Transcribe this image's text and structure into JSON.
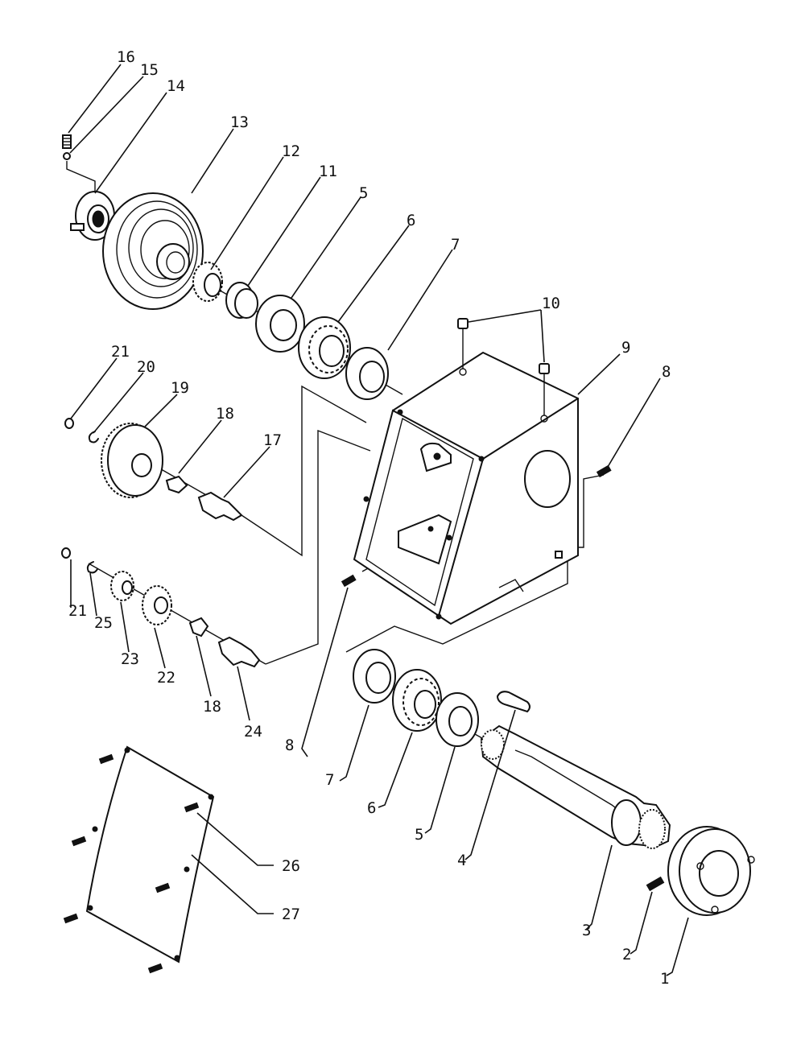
{
  "diagram": {
    "callouts": [
      "1",
      "2",
      "3",
      "4",
      "5",
      "6",
      "7",
      "8",
      "9",
      "10",
      "11",
      "12",
      "13",
      "14",
      "15",
      "16",
      "17",
      "18",
      "19",
      "20",
      "21",
      "22",
      "23",
      "24",
      "25",
      "26",
      "27"
    ],
    "labels": {
      "c1": "1",
      "c2": "2",
      "c3": "3",
      "c4": "4",
      "c5a": "5",
      "c5b": "5",
      "c6a": "6",
      "c6b": "6",
      "c7a": "7",
      "c7b": "7",
      "c8a": "8",
      "c8b": "8",
      "c9": "9",
      "c10": "10",
      "c11": "11",
      "c12": "12",
      "c13": "13",
      "c14": "14",
      "c15": "15",
      "c16": "16",
      "c17": "17",
      "c18a": "18",
      "c18b": "18",
      "c19": "19",
      "c20": "20",
      "c21a": "21",
      "c21b": "21",
      "c22": "22",
      "c23": "23",
      "c24": "24",
      "c25": "25",
      "c26": "26",
      "c27": "27"
    }
  }
}
